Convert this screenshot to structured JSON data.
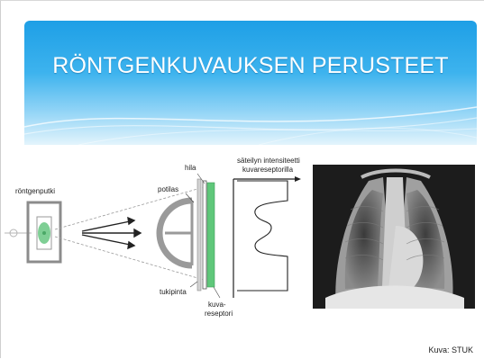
{
  "slide": {
    "title": "RÖNTGENKUVAUKSEN PERUSTEET",
    "credit": "Kuva: STUK"
  },
  "diagram": {
    "labels": {
      "tube": "röntgenputki",
      "patient": "potilas",
      "grid": "hila",
      "support": "tukipinta",
      "receptor_line1": "kuva-",
      "receptor_line2": "reseptori",
      "intensity_line1": "säteilyn intensiteetti",
      "intensity_line2": "kuvareseptorilla"
    }
  },
  "colors": {
    "banner_top": "#1e9fe6",
    "receptor_green": "#5fc77a",
    "patient_gray": "#9a9a9a"
  }
}
